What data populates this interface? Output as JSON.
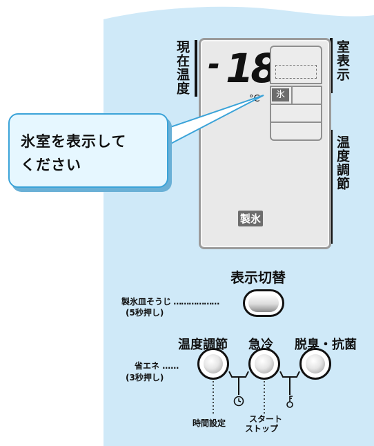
{
  "display": {
    "label_current_temp": "現在温度",
    "label_room_display": "室表示",
    "label_temp_adjust": "温度調節",
    "temp_sign": "-",
    "temp_value": "18",
    "temp_unit": "°C",
    "room_ice_badge": "氷",
    "ice_making_badge": "製氷"
  },
  "callout": {
    "text_line1": "氷室を表示して",
    "text_line2": "ください"
  },
  "controls": {
    "display_switch_label": "表示切替",
    "ice_tray_clean_label": "製氷皿そうじ",
    "ice_tray_clean_hold": "(5秒押し)",
    "temp_adjust_label": "温度調節",
    "quick_cool_label": "急冷",
    "deodorize_label": "脱臭・抗菌",
    "energy_save_label": "省エネ",
    "energy_save_hold": "(3秒押し)",
    "time_setting_label": "時間設定",
    "start_stop_line1": "スタート",
    "start_stop_line2": "ストップ",
    "clock_icon": "clock-icon",
    "key_icon": "key-icon"
  },
  "colors": {
    "panel_blue": "#cfe9f8",
    "callout_border": "#3ba3d8",
    "badge_gray": "#6d6d6d"
  }
}
